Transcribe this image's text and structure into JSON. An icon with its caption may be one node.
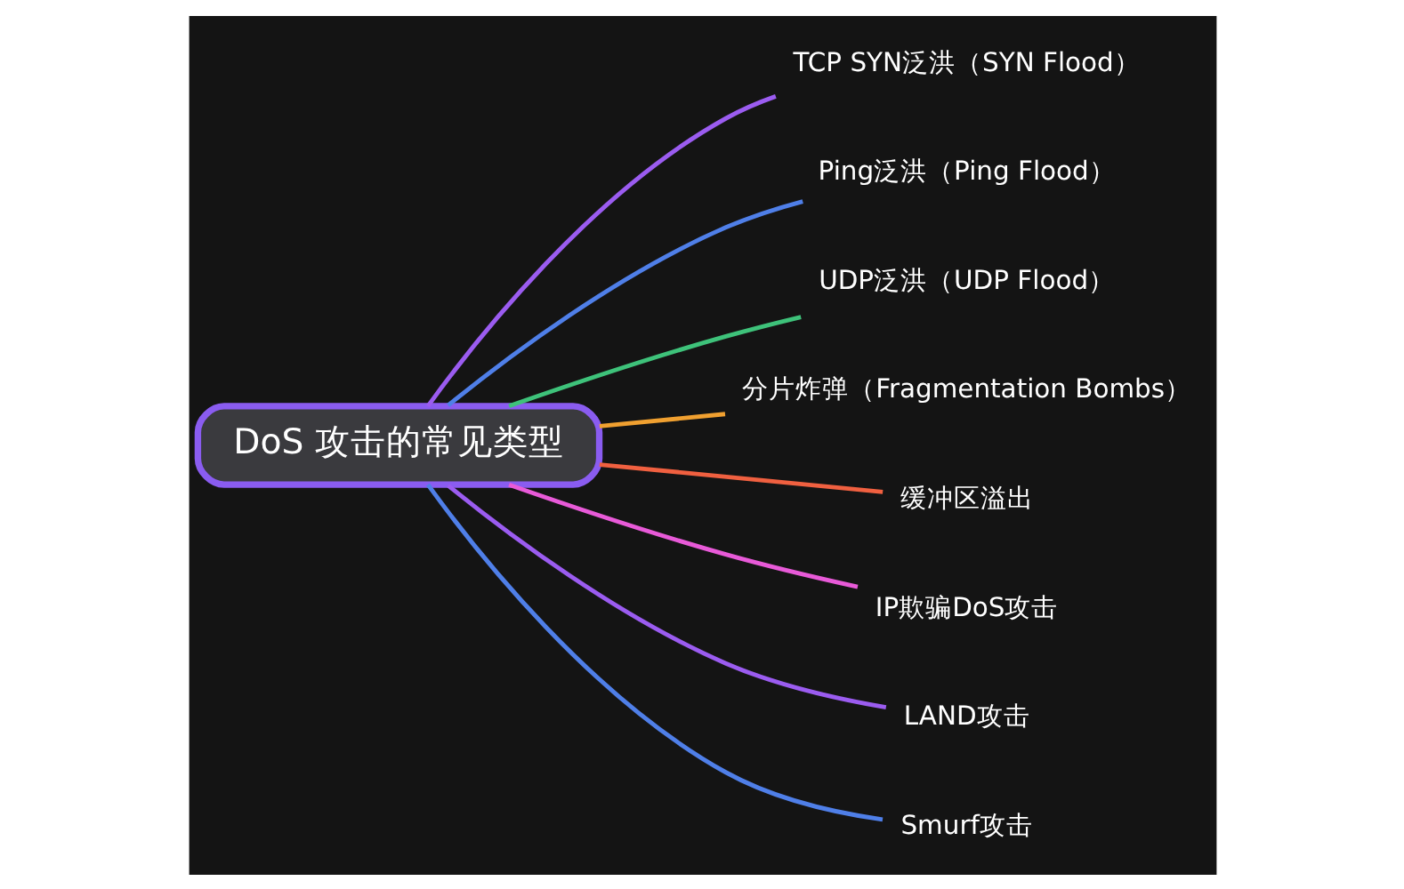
{
  "diagram": {
    "nodes": [
      {
        "text": [
          "DoS 攻击的常见类型"
        ]
      },
      {
        "text": [
          "TCP SYN泛洪（SYN Flood）"
        ]
      },
      {
        "text": [
          "Ping泛洪（Ping Flood）"
        ]
      },
      {
        "text": [
          "UDP泛洪（UDP Flood）"
        ]
      },
      {
        "text": [
          "分片炸弹（Fragmentation Bombs）"
        ]
      },
      {
        "text": [
          "缓冲区溢出"
        ]
      },
      {
        "text": [
          "IP欺骗DoS攻击"
        ]
      },
      {
        "text": [
          "LAND攻击"
        ]
      },
      {
        "text": [
          "Smurf攻击"
        ]
      }
    ],
    "edges": [
      {
        "from": 0,
        "to": 1,
        "arrow": "none",
        "color": "#9b5cf0"
      },
      {
        "from": 0,
        "to": 2,
        "arrow": "none",
        "color": "#4f7fe8"
      },
      {
        "from": 0,
        "to": 3,
        "arrow": "none",
        "color": "#3ec27a"
      },
      {
        "from": 0,
        "to": 4,
        "arrow": "none",
        "color": "#f0a030"
      },
      {
        "from": 0,
        "to": 5,
        "arrow": "none",
        "color": "#f06040"
      },
      {
        "from": 0,
        "to": 6,
        "arrow": "none",
        "color": "#e85ad8"
      },
      {
        "from": 0,
        "to": 7,
        "arrow": "none",
        "color": "#9b5cf0"
      },
      {
        "from": 0,
        "to": 8,
        "arrow": "none",
        "color": "#4f7fe8"
      }
    ]
  }
}
